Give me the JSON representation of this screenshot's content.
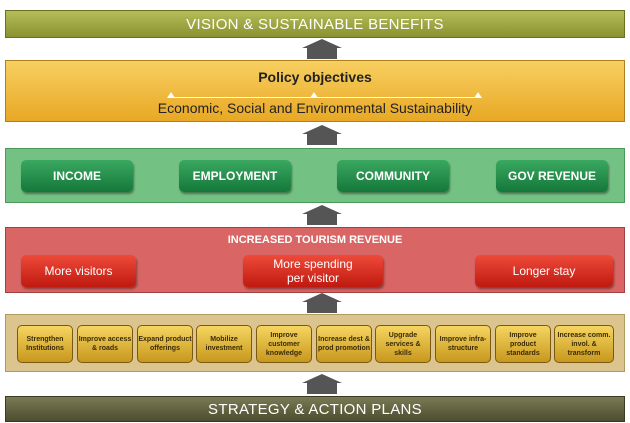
{
  "vision": "VISION & SUSTAINABLE BENEFITS",
  "policy": {
    "title": "Policy objectives",
    "subtitle": "Economic, Social and Environmental Sustainability"
  },
  "outcomes": [
    "INCOME",
    "EMPLOYMENT",
    "COMMUNITY",
    "GOV REVENUE"
  ],
  "revenue": {
    "title": "INCREASED TOURISM REVENUE",
    "items": [
      "More visitors",
      "More spending per visitor",
      "Longer stay"
    ]
  },
  "actions": [
    "Strengthen Institutions",
    "Improve access & roads",
    "Expand product offerings",
    "Mobilize investment",
    "Improve customer knowledge",
    "Increase dest & prod promotion",
    "Upgrade services & skills",
    "Improve infra-structure",
    "Improve product standards",
    "Increase comm. invol. & transform"
  ],
  "strategy": "STRATEGY & ACTION PLANS"
}
